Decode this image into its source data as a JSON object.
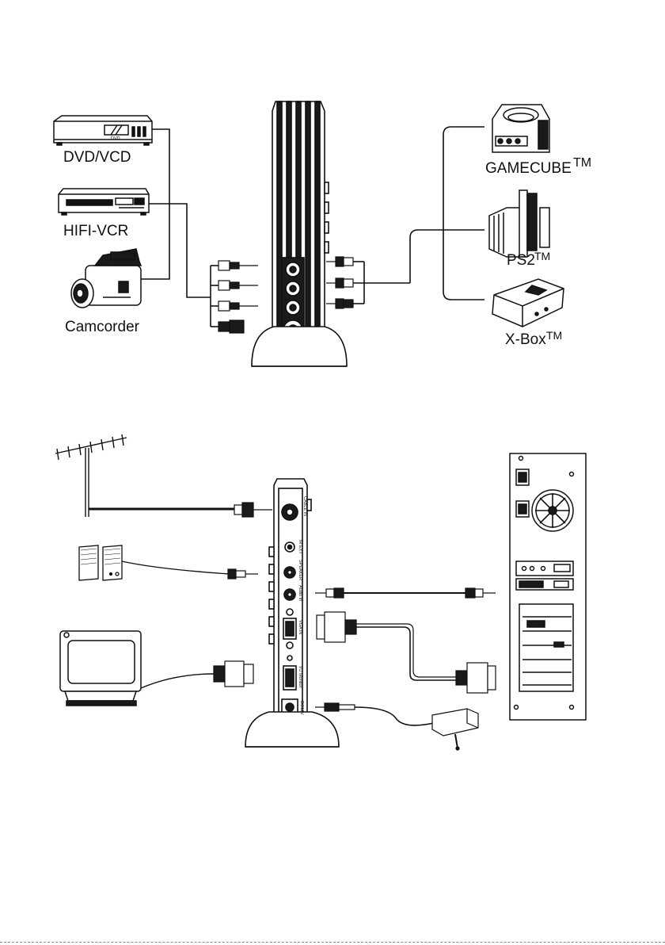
{
  "top": {
    "sources": {
      "dvd": {
        "label": "DVD/VCD",
        "panel_text": "DVD"
      },
      "vcr": {
        "label": "HIFI-VCR"
      },
      "camcorder": {
        "label": "Camcorder"
      }
    },
    "consoles": {
      "gamecube": {
        "label": "GAMECUBE",
        "mark": "TM"
      },
      "ps2": {
        "label": "PS2",
        "mark": "TM"
      },
      "xbox": {
        "label": "X-Box",
        "mark": "TM"
      }
    }
  },
  "bottom": {
    "converter_panel": {
      "cable_in": "CABLE IN",
      "ir_ext": "IR EXT",
      "speaker": "SPEAKER",
      "audio_in": "Audio In",
      "vga_in": "VGA IN",
      "to_monitor": "TO Monitor",
      "dc": "DC12V"
    }
  },
  "colors": {
    "ink": "#111111",
    "fill_dark": "#1a1a1a",
    "paper": "#ffffff"
  }
}
